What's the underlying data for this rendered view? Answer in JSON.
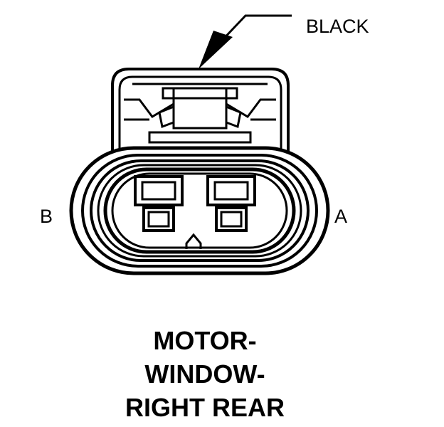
{
  "diagram": {
    "wire_color_label": "BLACK",
    "pin_labels": {
      "left": "B",
      "right": "A"
    },
    "component_name_lines": [
      "MOTOR-",
      "WINDOW-",
      "RIGHT REAR"
    ]
  }
}
